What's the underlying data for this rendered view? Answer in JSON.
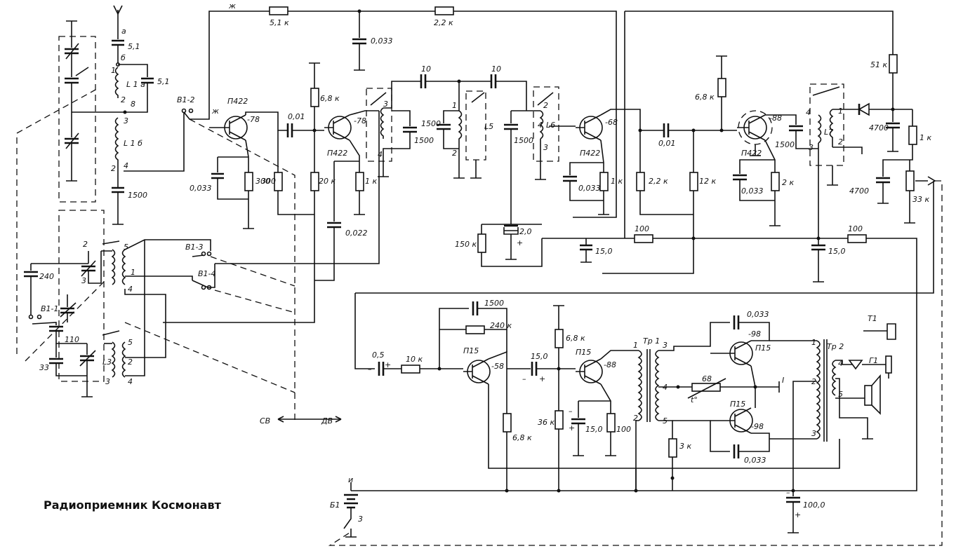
{
  "title": "Радиоприемник Космонавт",
  "transistors": {
    "q1": {
      "type": "П422",
      "bias": "-78"
    },
    "q2": {
      "type": "П422",
      "bias": "-78"
    },
    "q3": {
      "type": "П422",
      "bias": "-68"
    },
    "q4": {
      "type": "П422",
      "bias": "-88"
    },
    "q5": {
      "type": "П15",
      "bias": "-58"
    },
    "q6": {
      "type": "П15",
      "bias": "-88"
    },
    "q7": {
      "type": "П15",
      "bias": "-98"
    },
    "q8": {
      "type": "П15",
      "bias": "-98"
    }
  },
  "resistors": {
    "rt1": "5,1 к",
    "rt2": "2,2 к",
    "r300a": "300",
    "r300b": "300",
    "r68a": "6,8 к",
    "r20k": "20 к",
    "r1ka": "1 к",
    "r1kb": "1 к",
    "r150k": "150 к",
    "r100a": "100",
    "r22k": "2,2 к",
    "r12k": "12 к",
    "r68b": "6,8 к",
    "r2k": "2 к",
    "r100b": "100",
    "r51k": "51 к",
    "r1kc": "1 к",
    "r33k": "33 к",
    "r10k": "10 к",
    "r240k": "240 к",
    "r68c": "6,8 к",
    "r68d": "6,8 к",
    "r36k": "36 к",
    "r100c": "100",
    "r3k": "3 к",
    "rt": "68"
  },
  "capacitors": {
    "ct": "0,033",
    "c51a": "5,1",
    "c51b": "5,1",
    "c1500a": "1500",
    "c240": "240",
    "c110": "110",
    "c33": "33",
    "c001a": "0,01",
    "c0033a": "0,033",
    "c0022": "0,022",
    "c10a": "10",
    "c10b": "10",
    "c1500b": "1500",
    "c1500c": "1500",
    "c1500d": "1500",
    "c0033b": "0,033",
    "c20": "2,0",
    "c150a": "15,0",
    "c001b": "0,01",
    "c0033c": "0,033",
    "c1500e": "1500",
    "c150b": "15,0",
    "c4700a": "4700",
    "c4700b": "4700",
    "c05": "0,5",
    "c1500f": "1500",
    "c150c": "15,0",
    "c150d": "15,0",
    "c0033d": "0,033",
    "c0033e": "0,033",
    "c1000": "100,0"
  },
  "coils": {
    "l1a": "L 1 а",
    "l1b": "L 1 б",
    "l3": "L3",
    "l5": "L5",
    "l6": "L6",
    "l7": "L7"
  },
  "transformers": {
    "tr1": "Тр 1",
    "tr2": "Тр 2"
  },
  "switches": {
    "s12": "В1-2",
    "s13": "В1-3",
    "s14": "В1-4",
    "s11": "В1-1"
  },
  "misc": {
    "battery": "Б1",
    "phones": "Т1",
    "speaker": "Г1",
    "sv": "СВ",
    "dv": "ДВ",
    "wire_zh": "ж",
    "tdeg": "t°",
    "node_I": "I"
  },
  "pins": {
    "a": "а",
    "b": "б",
    "n1": "1",
    "n2": "2",
    "n3": "3",
    "n4": "4",
    "n5": "5",
    "n8": "8",
    "plus": "+",
    "minus": "–",
    "u": "и"
  }
}
